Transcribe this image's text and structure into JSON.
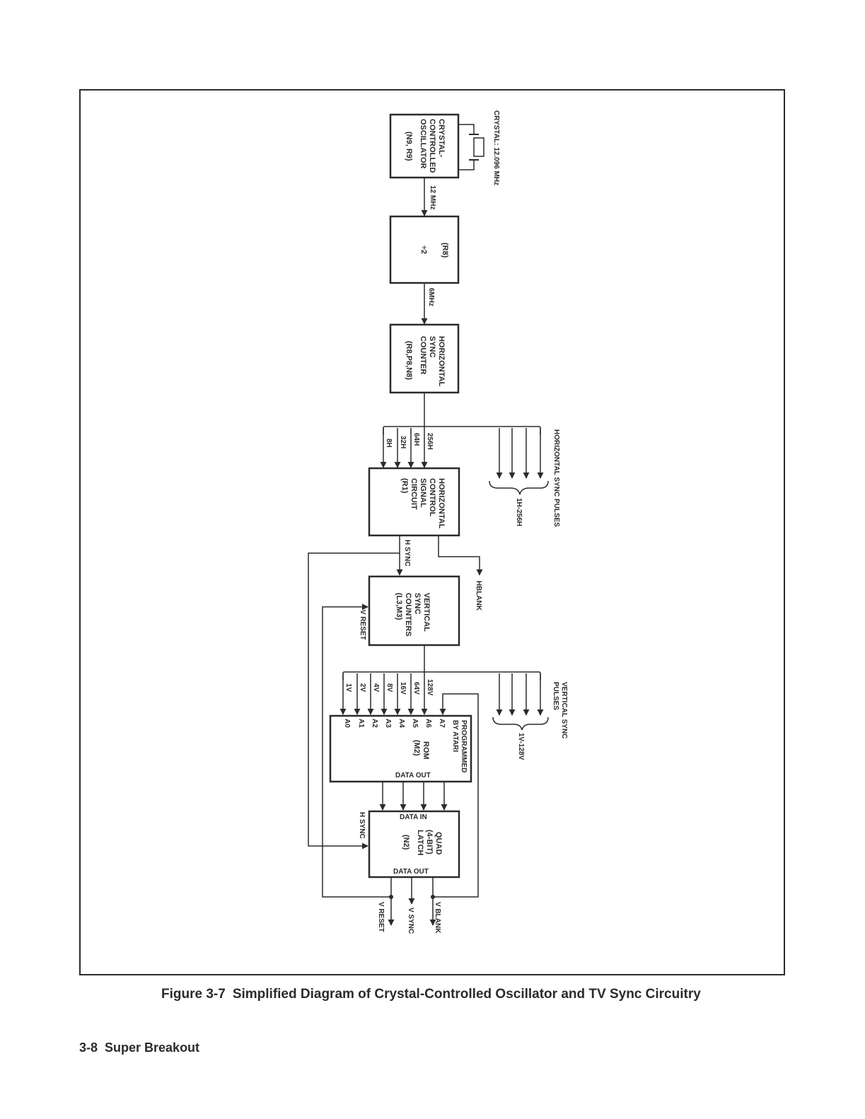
{
  "caption": {
    "figure_number": "Figure 3-7",
    "title": "Simplified Diagram of Crystal-Controlled  Oscillator and TV Sync Circuitry"
  },
  "footer": {
    "page_number": "3-8",
    "manual_title": "Super Breakout"
  },
  "diagram": {
    "crystal_label": "CRYSTAL: 12.096 MHz",
    "oscillator": [
      "CRYSTAL-",
      "CONTROLLED",
      "OSCILLATOR",
      "(N9, R9)"
    ],
    "freq_12": "12 MHz",
    "divider": [
      "(R8)",
      "÷2"
    ],
    "freq_6": "6MHz",
    "hsync_counter": [
      "HORIZONTAL",
      "SYNC",
      "COUNTER",
      "(R8,P8,N8)"
    ],
    "h_taps": [
      "256H",
      "64H",
      "32H",
      "8H"
    ],
    "hsync_pulses_title": "HORIZONTAL SYNC PULSES",
    "hsync_pulses_range": "1H-256H",
    "hcontrol": [
      "HORIZONTAL",
      "CONTROL",
      "SIGNAL",
      "CIRCUIT",
      "(R1)"
    ],
    "hsync_label": "H SYNC",
    "hblank_label": "HBLANK",
    "vsync_counters": [
      "VERTICAL",
      "SYNC",
      "COUNTERS",
      "(L3,M3)"
    ],
    "vreset_in_label": "V RESET",
    "v_taps": [
      "128V",
      "64V",
      "16V",
      "8V",
      "4V",
      "2V",
      "1V"
    ],
    "vsync_pulses_title": [
      "VERTICAL SYNC",
      "PULSES"
    ],
    "vsync_pulses_range": "1V-128V",
    "rom": {
      "programmed": [
        "PROGRAMMED",
        "BY ATARI"
      ],
      "name": [
        "ROM",
        "(M2)"
      ],
      "address_pins": [
        "A7",
        "A6",
        "A5",
        "A4",
        "A3",
        "A2",
        "A1",
        "A0"
      ],
      "data_out": "DATA OUT"
    },
    "latch": {
      "data_in": "DATA IN",
      "name": [
        "QUAD",
        "(4-BIT)",
        "LATCH",
        "(N2)"
      ],
      "data_out": "DATA OUT",
      "hsync_in": "H SYNC"
    },
    "outputs": [
      "V RESET",
      "V SYNC",
      "V BLANK"
    ]
  }
}
